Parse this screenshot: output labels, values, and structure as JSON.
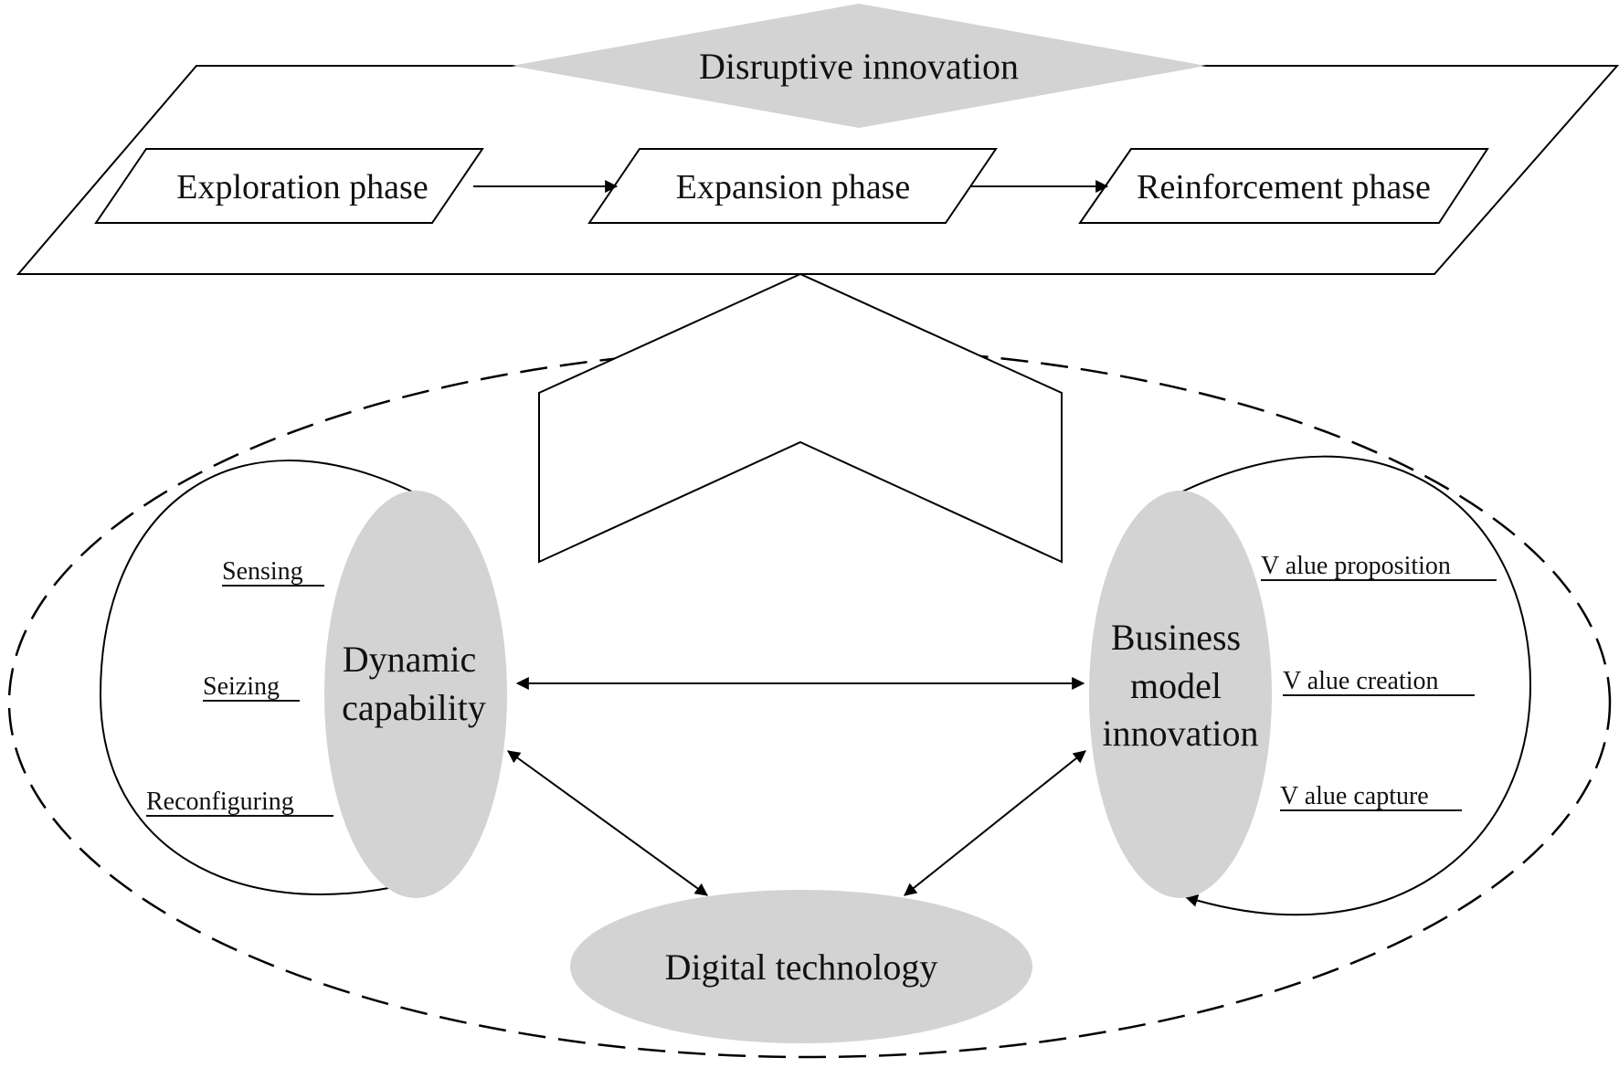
{
  "title": "Disruptive innovation",
  "phases": [
    {
      "id": "exploration",
      "label": "Exploration phase"
    },
    {
      "id": "expansion",
      "label": "Expansion phase"
    },
    {
      "id": "reinforcement",
      "label": "Reinforcement phase"
    }
  ],
  "dynamic_capability": {
    "label_lines": [
      "Dynamic",
      "capability"
    ],
    "subitems": [
      "Sensing",
      "Seizing",
      "Reconfiguring"
    ]
  },
  "business_model_innovation": {
    "label_lines": [
      "Business",
      "model",
      "innovation"
    ],
    "subitems": [
      "V alue proposition",
      "V alue creation",
      "V alue capture"
    ]
  },
  "digital_technology": {
    "label": "Digital technology"
  },
  "colors": {
    "grey_fill": "#d3d3d3",
    "stroke": "#000000",
    "background": "#ffffff"
  }
}
